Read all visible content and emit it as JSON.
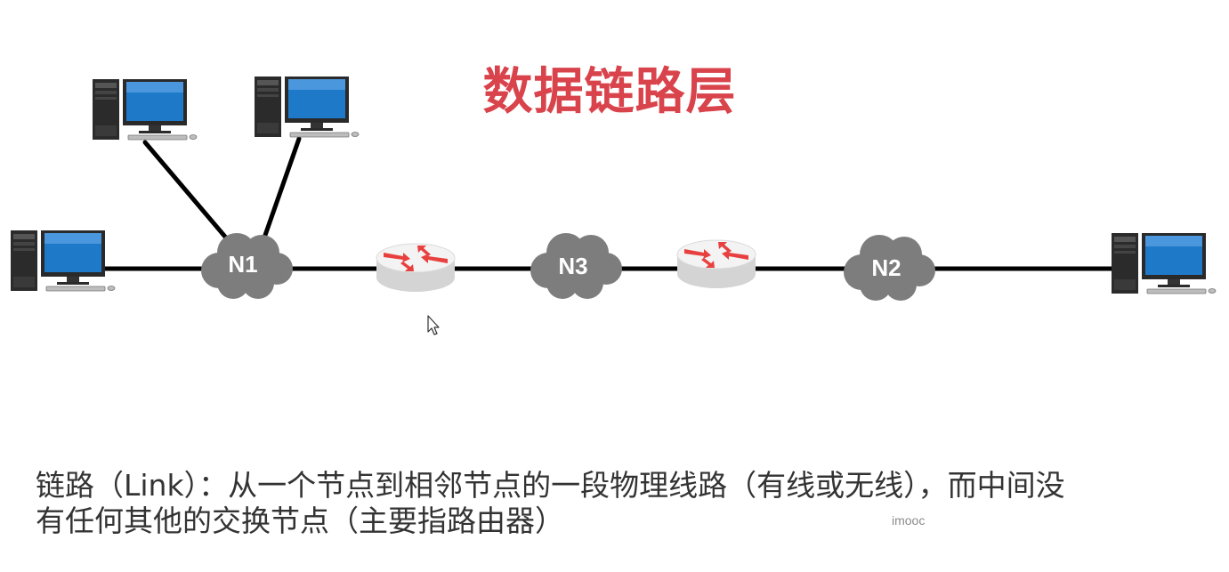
{
  "title": "数据链路层",
  "caption": {
    "line1": "链路（Link）：从一个节点到相邻节点的一段物理线路（有线或无线），而中间没",
    "line2": "有任何其他的交换节点（主要指路由器）"
  },
  "watermark": "imooc",
  "clouds": [
    {
      "id": "n1",
      "label": "N1"
    },
    {
      "id": "n3",
      "label": "N3"
    },
    {
      "id": "n2",
      "label": "N2"
    }
  ],
  "icons": {
    "computer": "desktop-computer-icon",
    "router": "router-icon",
    "cloud": "network-cloud-icon",
    "cursor": "mouse-cursor-icon"
  },
  "colors": {
    "title": "#d9434b",
    "link": "#000000",
    "cloud": "#7d7d7d",
    "router_arrow": "#e8403f",
    "monitor_screen": "#1f79c9"
  }
}
